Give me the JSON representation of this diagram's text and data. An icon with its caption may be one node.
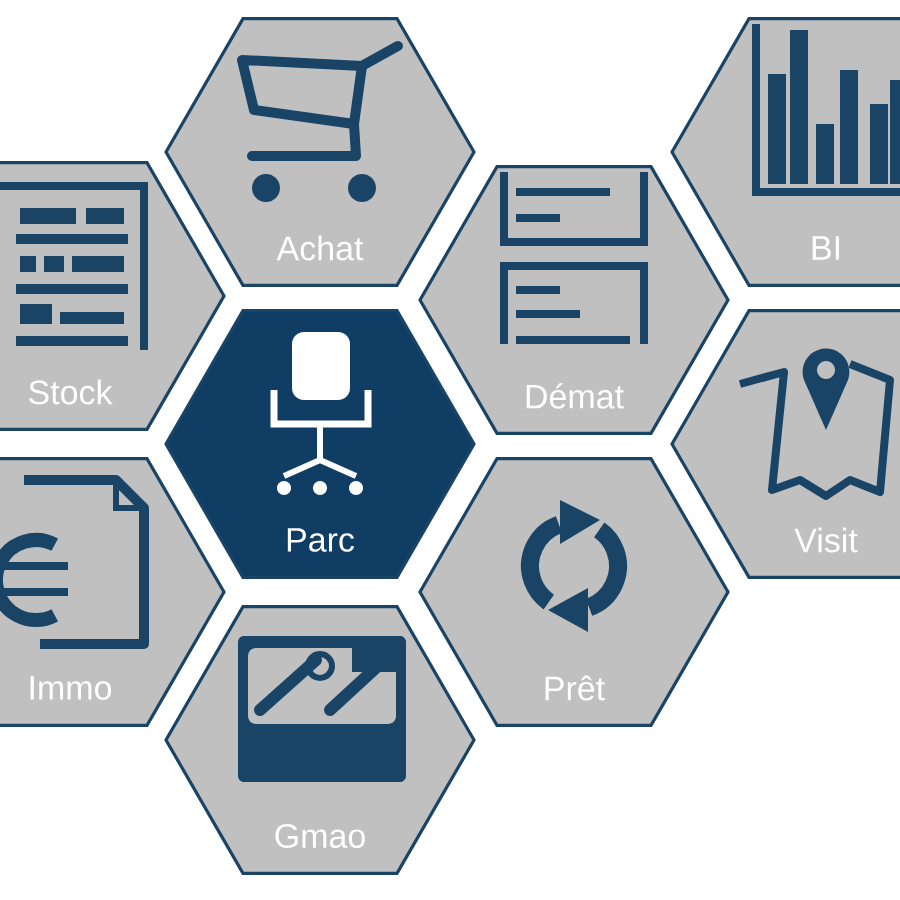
{
  "diagram": {
    "nodes": [
      {
        "text": [
          "Achat"
        ]
      },
      {
        "text": [
          "BI"
        ]
      },
      {
        "text": [
          "Stock"
        ]
      },
      {
        "text": [
          "Démat"
        ]
      },
      {
        "text": [
          "Parc"
        ]
      },
      {
        "text": [
          "Visit"
        ]
      },
      {
        "text": [
          "Immo"
        ]
      },
      {
        "text": [
          "Prêt"
        ]
      },
      {
        "text": [
          "Gmao"
        ]
      }
    ]
  }
}
